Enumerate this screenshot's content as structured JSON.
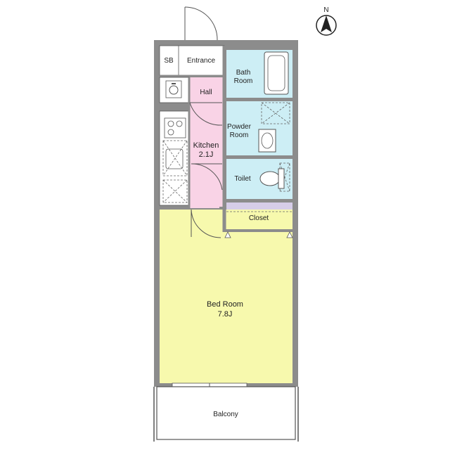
{
  "rooms": {
    "sb": "SB",
    "entrance": "Entrance",
    "hall": "Hall",
    "bath_line1": "Bath",
    "bath_line2": "Room",
    "powder_line1": "Powder",
    "powder_line2": "Room",
    "kitchen_name": "Kitchen",
    "kitchen_size": "2.1J",
    "toilet": "Toilet",
    "closet": "Closet",
    "bedroom_name": "Bed Room",
    "bedroom_size": "7.8J",
    "balcony": "Balcony"
  },
  "compass": {
    "label": "N"
  },
  "colors": {
    "wall": "#8c8c8c",
    "hall_kitchen": "#f9d3e6",
    "wet_area": "#cdeef5",
    "closet": "#d6cde8",
    "bedroom": "#f7f9ad",
    "entrance": "#ffffff"
  }
}
